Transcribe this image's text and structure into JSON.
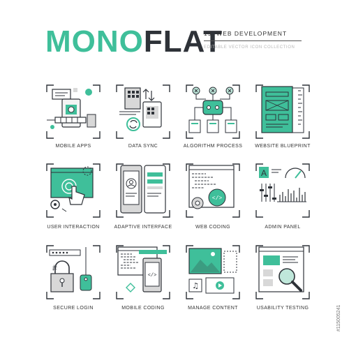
{
  "header": {
    "logo_mono": "MONO",
    "logo_flat": "FLAT",
    "subtitle": "19. WEB DEVELOPMENT",
    "caption": "EDITABLE VECTOR ICON COLLECTION"
  },
  "colors": {
    "accent": "#3fbf9a",
    "accent_light": "#bfe7da",
    "dark": "#2e3238",
    "gray": "#d8d8d8"
  },
  "icons": [
    {
      "label": "MOBILE APPS",
      "icon": "mobile-apps-icon"
    },
    {
      "label": "DATA SYNC",
      "icon": "data-sync-icon"
    },
    {
      "label": "ALGORITHM PROCESS",
      "icon": "algorithm-process-icon"
    },
    {
      "label": "WEBSITE BLUEPRINT",
      "icon": "website-blueprint-icon"
    },
    {
      "label": "USER INTERACTION",
      "icon": "user-interaction-icon"
    },
    {
      "label": "ADAPTIVE INTERFACE",
      "icon": "adaptive-interface-icon"
    },
    {
      "label": "WEB CODING",
      "icon": "web-coding-icon"
    },
    {
      "label": "ADMIN PANEL",
      "icon": "admin-panel-icon"
    },
    {
      "label": "SECURE LOGIN",
      "icon": "secure-login-icon"
    },
    {
      "label": "MOBILE CODING",
      "icon": "mobile-coding-icon"
    },
    {
      "label": "MANAGE CONTENT",
      "icon": "manage-content-icon"
    },
    {
      "label": "USABILITY TESTING",
      "icon": "usability-testing-icon"
    }
  ],
  "stock_id": "#115005241"
}
